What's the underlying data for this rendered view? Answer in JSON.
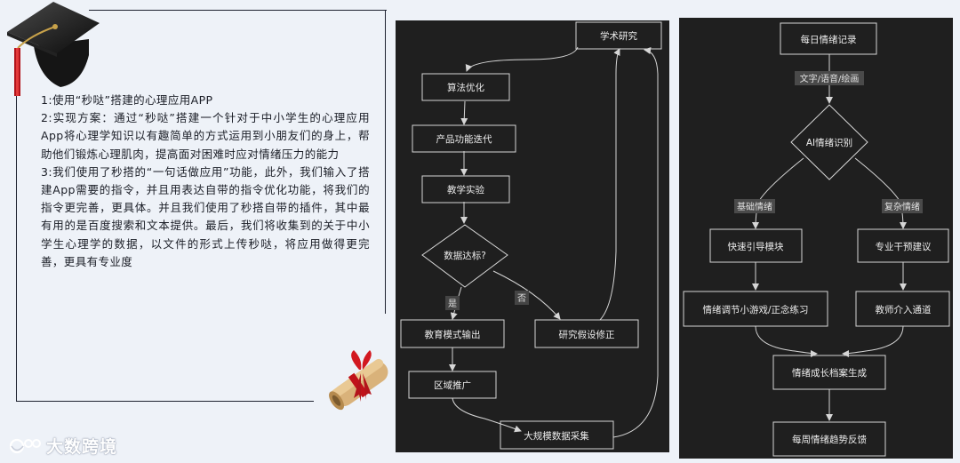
{
  "description": {
    "line1": "1:使用“秒哒”搭建的心理应用APP",
    "line2": "2:实现方案：通过“秒哒”搭建一个针对于中小学生的心理应用App将心理学知识以有趣简单的方式运用到小朋友们的身上，帮助他们锻炼心理肌肉，提高面对困难时应对情绪压力的能力",
    "line3": "3:我们使用了秒搭的“一句话做应用”功能，此外，我们输入了搭建App需要的指令，并且用表达自带的指令优化功能，将我们的指令更完善，更具体。并且我们使用了秒搭自带的插件，其中最有用的是百度搜索和文本提供。最后，我们将收集到的关于中小学生心理学的数据，以文件的形式上传秒哒，将应用做得更完善，更具有专业度"
  },
  "logo": {
    "text": "大数跨境"
  },
  "flowchart_left": {
    "nodes": {
      "xueshu": "学术研究",
      "suanfa": "算法优化",
      "chanpin": "产品功能迭代",
      "jiaoxue": "教学实验",
      "dabiao": "数据达标?",
      "jiaoyu": "教育模式输出",
      "yanjiu": "研究假设修正",
      "quyu": "区域推广",
      "daguimo": "大规模数据采集"
    },
    "edge_labels": {
      "yes": "是",
      "no": "否"
    }
  },
  "flowchart_right": {
    "nodes": {
      "meiri": "每日情绪记录",
      "ai": "AI情绪识别",
      "kuaisu": "快速引导模块",
      "zhuanye": "专业干预建议",
      "tiaojie": "情绪调节小游戏/正念练习",
      "jiaoshi": "教师介入通道",
      "dangan": "情绪成长档案生成",
      "meizhou": "每周情绪趋势反馈"
    },
    "edge_labels": {
      "input": "文字/语音/绘画",
      "basic": "基础情绪",
      "complex": "复杂情绪"
    }
  },
  "colors": {
    "panel_bg": "#1f1f1f",
    "node_stroke": "#d6d6d6",
    "page_bg": "#eef2f8"
  }
}
